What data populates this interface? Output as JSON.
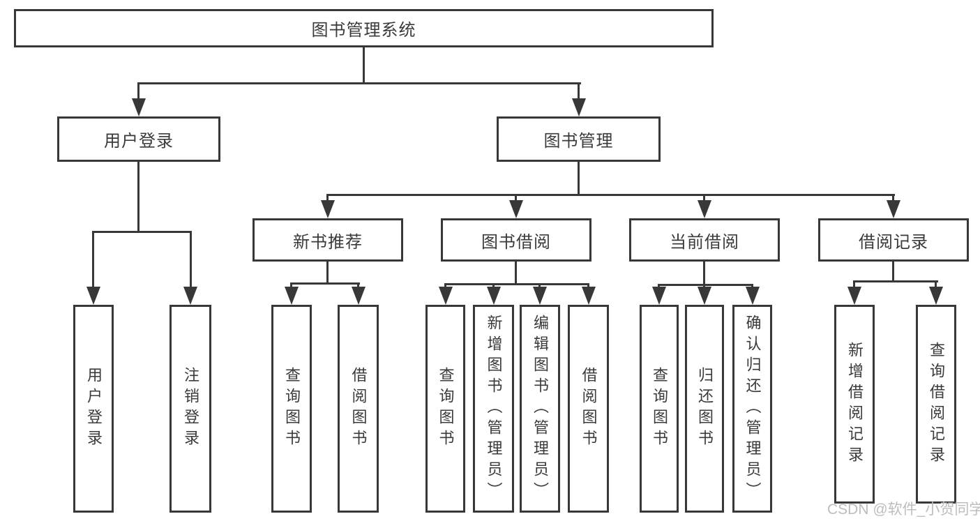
{
  "diagram": {
    "title": "图书管理系统",
    "branches": {
      "user_login": {
        "label": "用户登录",
        "children": [
          "用户登录",
          "注销登录"
        ]
      },
      "book_mgmt": {
        "label": "图书管理",
        "sections": [
          {
            "label": "新书推荐",
            "children": [
              "查询图书",
              "借阅图书"
            ]
          },
          {
            "label": "图书借阅",
            "children": [
              "查询图书",
              "新增图书（管理员）",
              "编辑图书（管理员）",
              "借阅图书"
            ]
          },
          {
            "label": "当前借阅",
            "children": [
              "查询图书",
              "归还图书",
              "确认归还（管理员）"
            ]
          },
          {
            "label": "借阅记录",
            "children": [
              "新增借阅记录",
              "查询借阅记录"
            ]
          }
        ]
      }
    }
  },
  "colors": {
    "line": "#383838",
    "text": "#3a3a3a",
    "watermark": "#bdbdbd"
  },
  "watermark": "CSDN @软件_小贺同学"
}
